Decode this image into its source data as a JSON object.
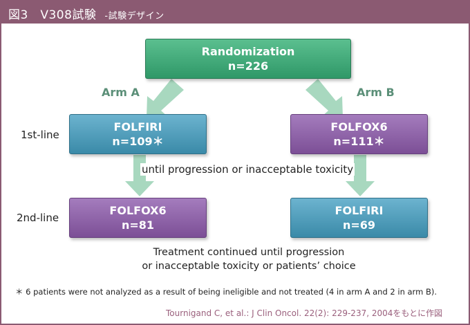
{
  "header": {
    "title": "図3　V308試験",
    "subtitle": "-試験デザイン"
  },
  "randomization": {
    "line1": "Randomization",
    "line2": "n=226"
  },
  "arms": {
    "a": "Arm A",
    "b": "Arm B"
  },
  "row_labels": {
    "first": "1st-line",
    "second": "2nd-line"
  },
  "arm_a_first": {
    "line1": "FOLFIRI",
    "line2": "n=109＊"
  },
  "arm_b_first": {
    "line1": "FOLFOX6",
    "line2": "n=111＊"
  },
  "arm_a_second": {
    "line1": "FOLFOX6",
    "line2": "n=81"
  },
  "arm_b_second": {
    "line1": "FOLFIRI",
    "line2": "n=69"
  },
  "progression_note": "until progression or inacceptable toxicity",
  "continuation_note": {
    "line1": "Treatment continued until progression",
    "line2": "or inacceptable toxicity or patients’ choice"
  },
  "footnote": "＊ 6 patients were not analyzed as a result of being ineligible and not treated (4 in arm A and 2 in arm B).",
  "source": "Tournigand C, et al.: J Clin Oncol. 22(2): 229-237, 2004をもとに作図",
  "colors": {
    "header": "#8b5a72",
    "randomization": "#3aa874",
    "folfiri": "#4a9bbb",
    "folfox6": "#8d62a8",
    "arrow": "#a8d8bf"
  }
}
